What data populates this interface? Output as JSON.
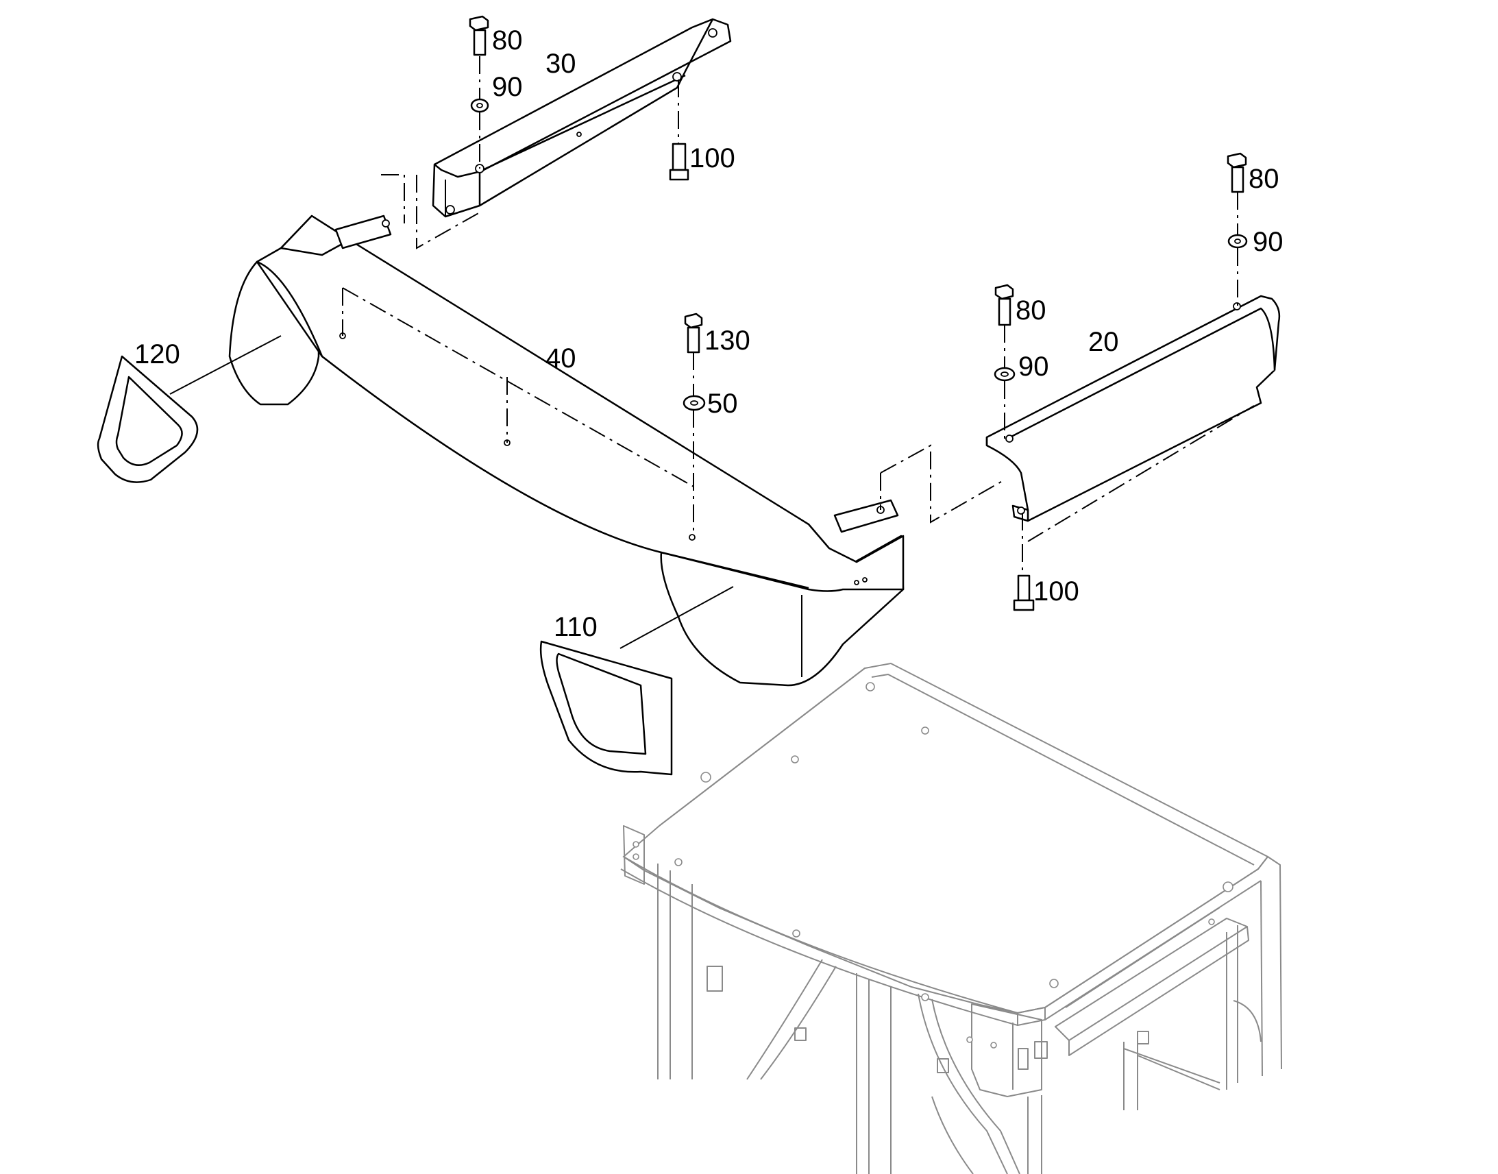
{
  "callouts": {
    "c20": "20",
    "c30": "30",
    "c40": "40",
    "c50": "50",
    "c80_a": "80",
    "c80_b": "80",
    "c80_c": "80",
    "c90_a": "90",
    "c90_b": "90",
    "c90_c": "90",
    "c100_a": "100",
    "c100_b": "100",
    "c110": "110",
    "c120": "120",
    "c130": "130"
  },
  "colors": {
    "line": "#000000",
    "cab": "#8a8a8a",
    "background": "#ffffff"
  }
}
